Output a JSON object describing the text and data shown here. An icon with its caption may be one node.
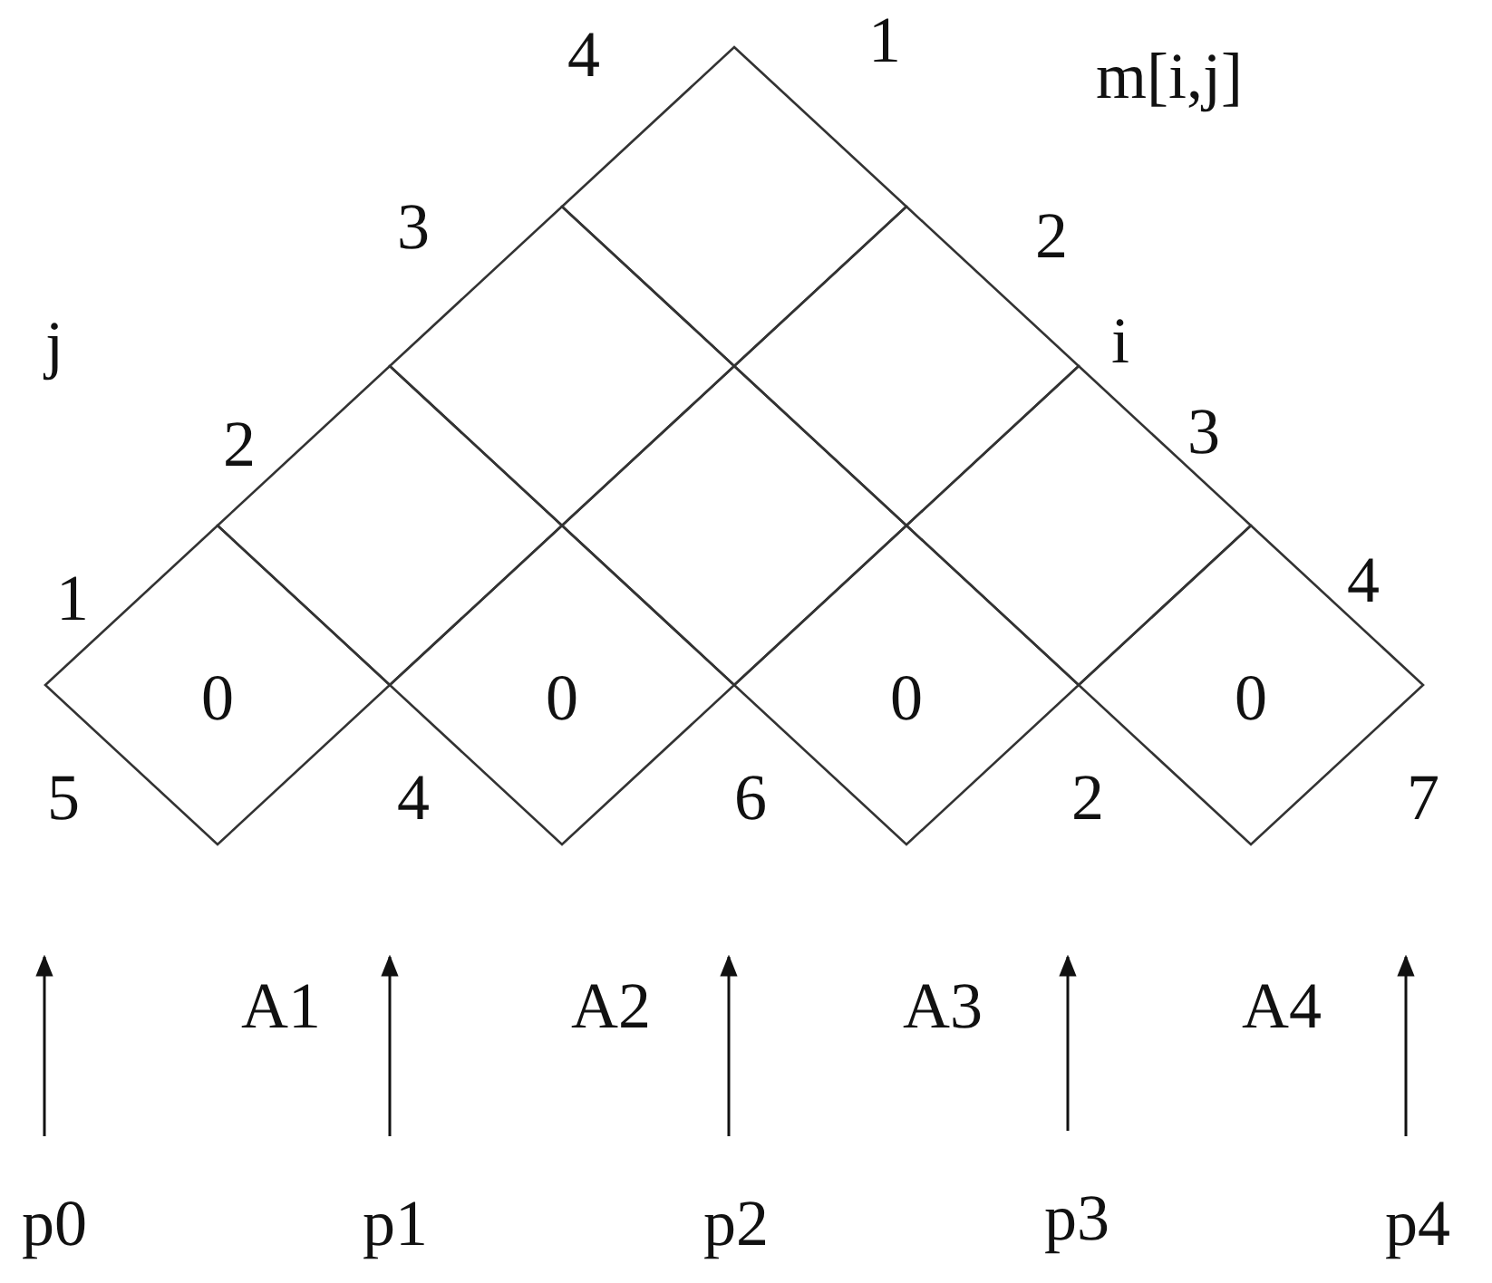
{
  "diagram": {
    "nodes": [
      {
        "text": [],
        "shape": "diamond"
      },
      {
        "text": [],
        "shape": "diamond"
      },
      {
        "text": [],
        "shape": "diamond"
      },
      {
        "text": [],
        "shape": "diamond"
      },
      {
        "text": [],
        "shape": "diamond"
      },
      {
        "text": [],
        "shape": "diamond"
      },
      {
        "text": [
          "0"
        ]
      },
      {
        "text": [
          "0"
        ]
      },
      {
        "text": [
          "0"
        ]
      },
      {
        "text": [
          "0"
        ]
      },
      {
        "text": [
          "5"
        ]
      },
      {
        "text": [
          "4"
        ]
      },
      {
        "text": [
          "6"
        ]
      },
      {
        "text": [
          "2"
        ]
      },
      {
        "text": [
          "7"
        ]
      },
      {
        "text": [
          "p0"
        ]
      },
      {
        "text": [
          "p1"
        ]
      },
      {
        "text": [
          "p2"
        ]
      },
      {
        "text": [
          "p3"
        ]
      },
      {
        "text": [
          "p4"
        ]
      }
    ],
    "edges": [
      {
        "from": 15,
        "to": 10,
        "arrow": "to"
      },
      {
        "from": 16,
        "to": 11,
        "arrow": "to"
      },
      {
        "from": 17,
        "to": 12,
        "arrow": "to"
      },
      {
        "from": 18,
        "to": 13,
        "arrow": "to"
      },
      {
        "from": 19,
        "to": 14,
        "arrow": "to"
      }
    ],
    "labels": [
      "4",
      "1",
      "m[i,j]",
      "3",
      "2",
      "j",
      "i",
      "2",
      "3",
      "1",
      "4",
      "A1",
      "A2",
      "A3",
      "A4"
    ]
  }
}
